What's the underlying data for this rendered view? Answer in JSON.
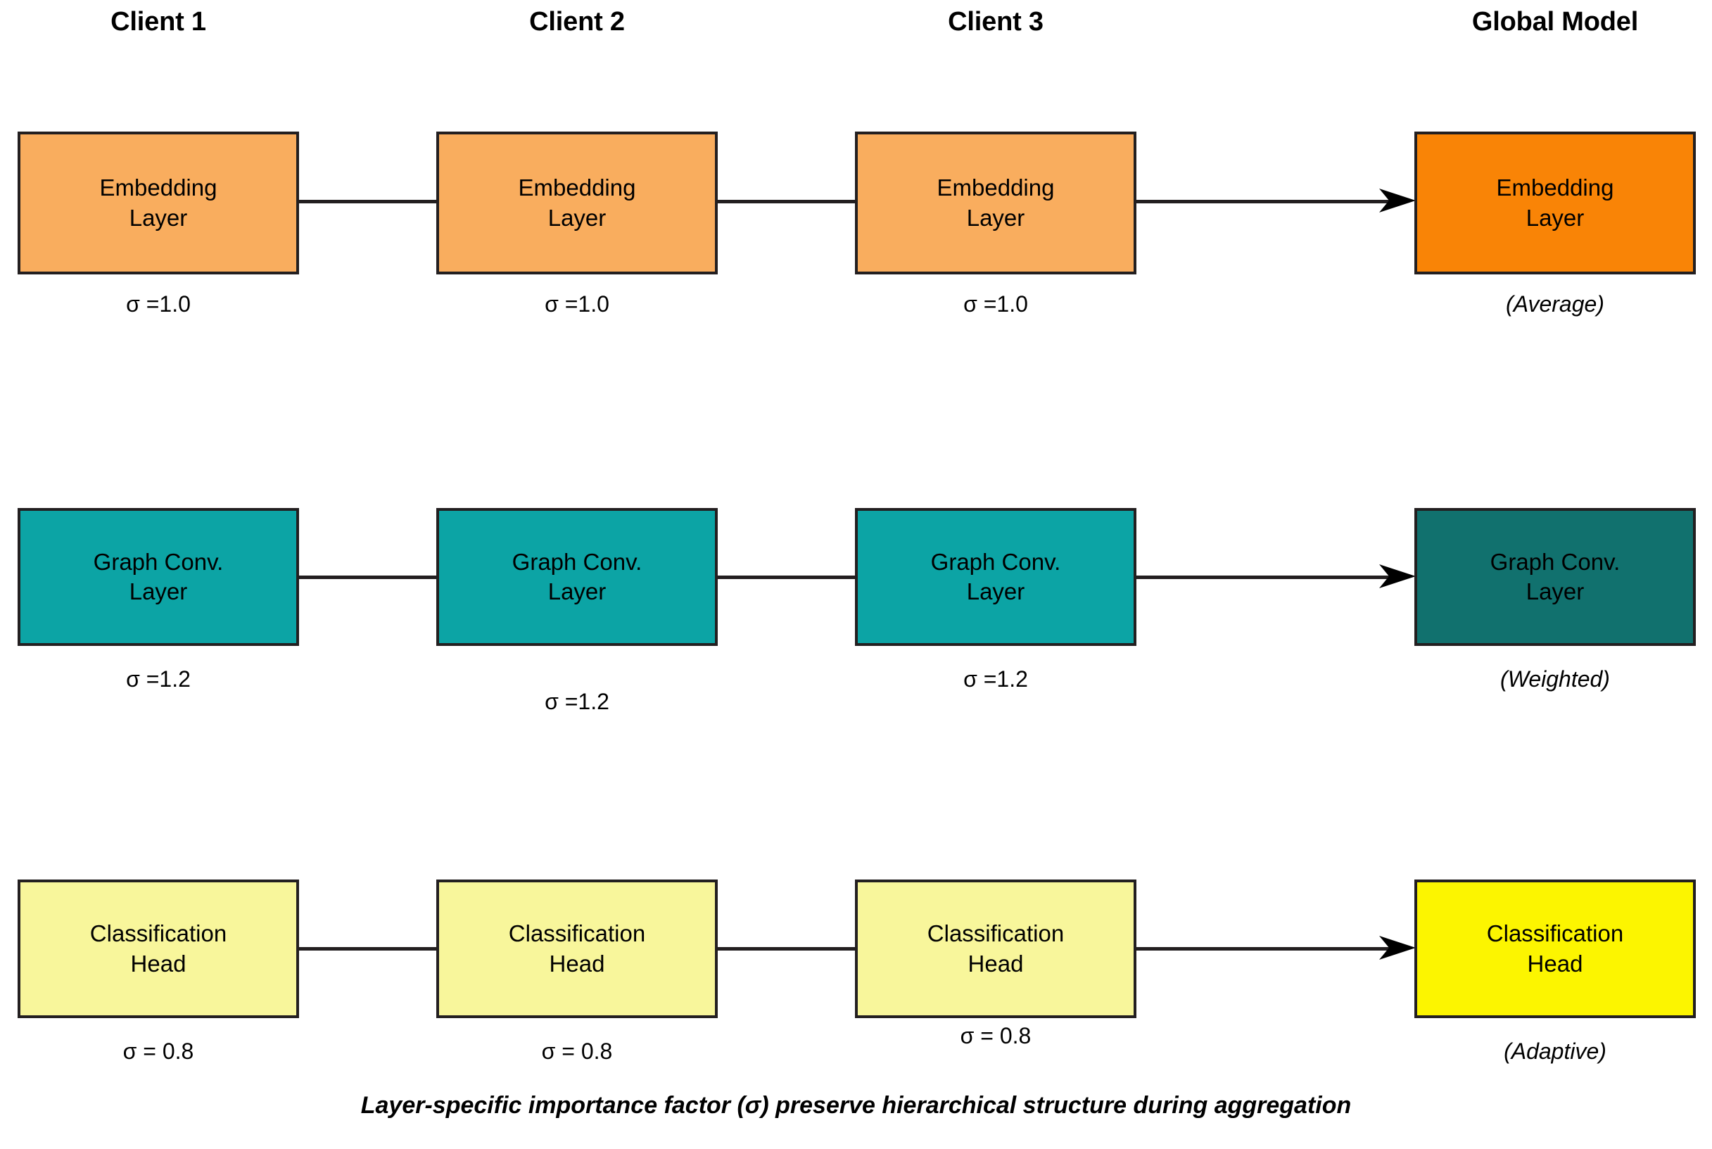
{
  "columns": [
    {
      "id": "client-1",
      "title": "Client 1"
    },
    {
      "id": "client-2",
      "title": "Client 2"
    },
    {
      "id": "client-3",
      "title": "Client 3"
    },
    {
      "id": "global-model",
      "title": "Global Model"
    }
  ],
  "rows": [
    {
      "id": "embedding-layer",
      "layer_label": "Embedding\nLayer",
      "client_color": "#F9AD5E",
      "global_color": "#F98406",
      "sigma_values": [
        "σ =1.0",
        "σ =1.0",
        "σ =1.0"
      ],
      "aggregation_label": "(Average)"
    },
    {
      "id": "graph-conv-layer",
      "layer_label": "Graph Conv.\nLayer",
      "client_color": "#0CA4A5",
      "global_color": "#11716E",
      "sigma_values": [
        "σ =1.2",
        "σ =1.2",
        "σ =1.2"
      ],
      "aggregation_label": "(Weighted)"
    },
    {
      "id": "classification-head",
      "layer_label": "Classification\nHead",
      "client_color": "#F8F69B",
      "global_color": "#FCF500",
      "sigma_values": [
        "σ = 0.8",
        "σ = 0.8",
        "σ = 0.8"
      ],
      "aggregation_label": "(Adaptive)"
    }
  ],
  "footer": {
    "caption": "Layer-specific importance factor (σ) preserve hierarchical structure during aggregation"
  },
  "style": {
    "border_color": "#231f20",
    "background": "#ffffff"
  }
}
